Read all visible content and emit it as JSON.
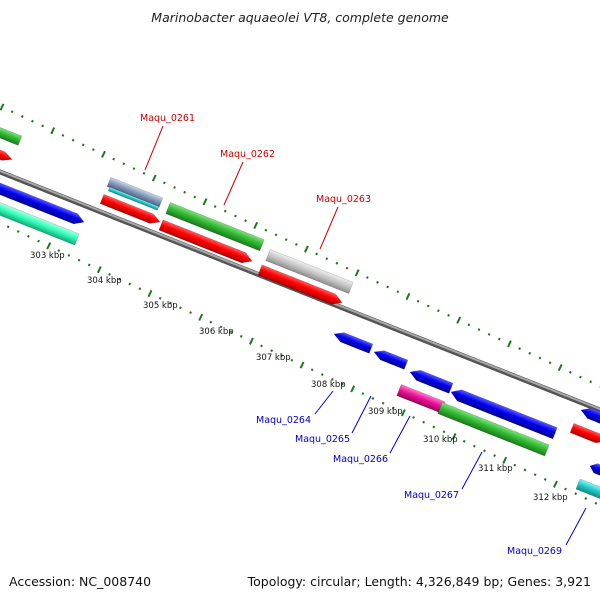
{
  "title": "Marinobacter aquaeolei VT8, complete genome",
  "footer": {
    "accession": "Accession: NC_008740",
    "summary": "Topology: circular; Length: 4,326,849 bp; Genes: 3,921"
  },
  "scale_labels": [
    "303 kbp",
    "304 kbp",
    "305 kbp",
    "306 kbp",
    "307 kbp",
    "308 kbp",
    "309 kbp",
    "310 kbp",
    "311 kbp",
    "312 kbp"
  ],
  "gene_labels": {
    "forward": [
      "Maqu_0261",
      "Maqu_0262",
      "Maqu_0263"
    ],
    "reverse": [
      "Maqu_0264",
      "Maqu_0265",
      "Maqu_0266",
      "Maqu_0267",
      "Maqu_0269"
    ]
  },
  "colors": {
    "forward_label": "#cc0000",
    "reverse_label": "#0000cc",
    "backbone": "#888888",
    "tick": "#1a7a1a",
    "cds": "#ff0000",
    "gene_blue": "#0000ee",
    "gene_green": "#33bb33",
    "gene_gray": "#c8c8c8",
    "gene_cyan": "#22cccc",
    "gene_teal": "#33ffbb",
    "gene_magenta": "#ee1199"
  }
}
